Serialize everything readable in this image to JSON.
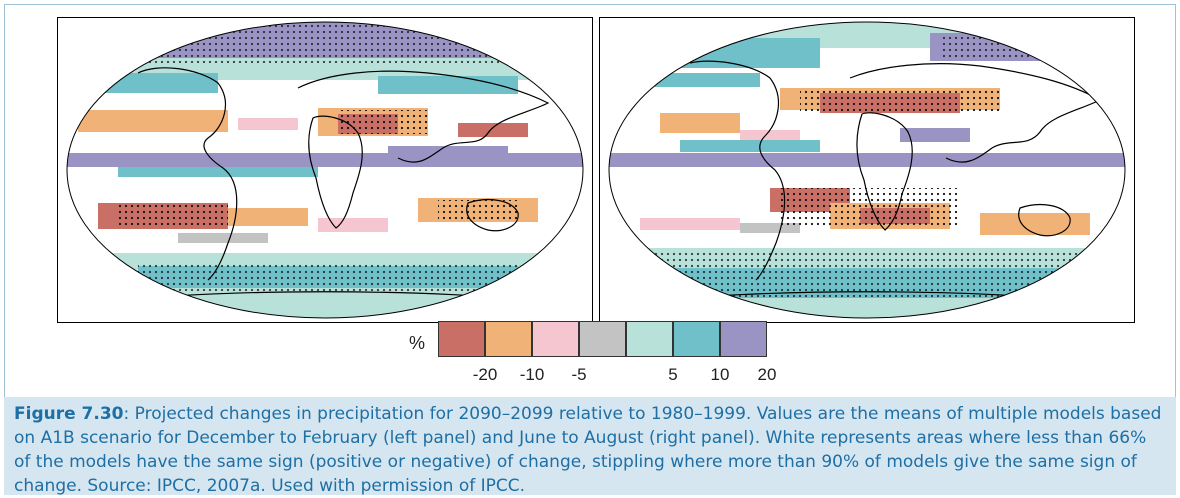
{
  "legend": {
    "unit": "%",
    "swatches": [
      {
        "name": "decrease-over-20",
        "color": "#c96f66"
      },
      {
        "name": "decrease-10-20",
        "color": "#f0b277"
      },
      {
        "name": "decrease-5-10",
        "color": "#f6c6d0"
      },
      {
        "name": "change-under-5",
        "color": "#c3c3c3"
      },
      {
        "name": "increase-5-10",
        "color": "#b8e1da"
      },
      {
        "name": "increase-10-20",
        "color": "#6fc0c9"
      },
      {
        "name": "increase-over-20",
        "color": "#9a94c4"
      }
    ],
    "ticks": [
      "-20",
      "-10",
      "-5",
      "5",
      "10",
      "20"
    ]
  },
  "caption": {
    "label": "Figure 7.30",
    "text": ": Projected changes in precipitation for 2090–2099 relative to 1980–1999. Values are the means of multiple models based on A1B scenario for December to February (left panel) and June to August (right panel). White represents areas where less than 66% of the models have the same sign (positive or negative) of change, stippling where more than 90% of models give the same sign of change. Source: IPCC, 2007a. Used with permission of IPCC."
  }
}
